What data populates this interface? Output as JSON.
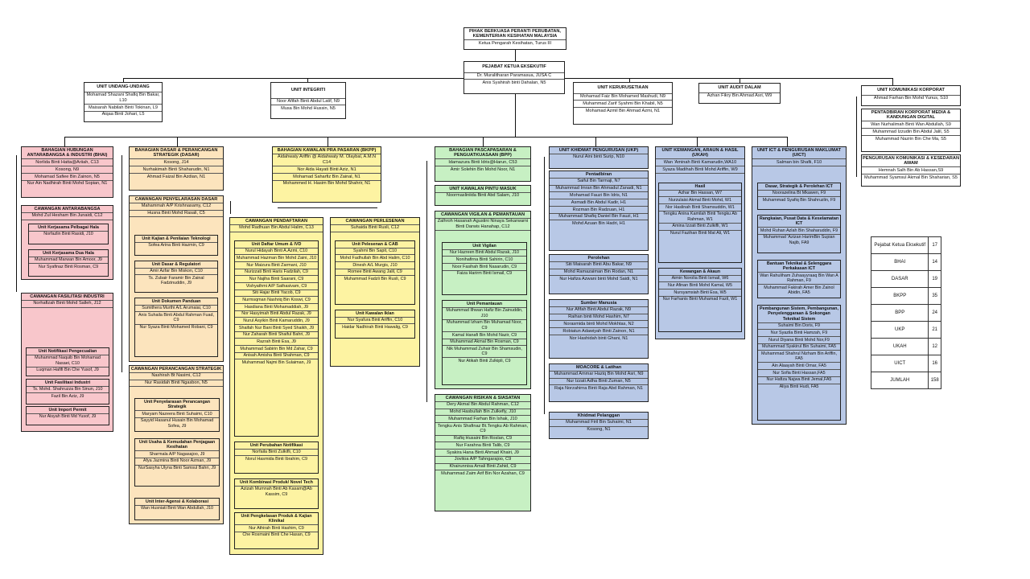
{
  "top": {
    "title": "PIHAK BERKUASA PERANTI PERUBATAN, KEMENTERIAN KESIHATAN MALAYSIA",
    "sub": "Ketua Pengarah Kesihatan, Turus III"
  },
  "ceo": {
    "title": "PEJABAT KETUA EKSEKUTIF",
    "people": [
      "Dr. Muralitharan Paramasua, JUSA C",
      "Anis Syahirah binti Dahalan, N5"
    ]
  },
  "unit_undang": {
    "title": "UNIT UNDANG-UNDANG",
    "people": [
      "Mohamad Shazani Shafiq Bin Bakar, L10",
      "Maisarah Nabilah Binti Tokinan, L9",
      "Aiqaa Binti Johari, L5"
    ]
  },
  "unit_integriti": {
    "title": "UNIT INTEGRITI",
    "people": [
      "Noor Afifah Binti Abdul Latif, N9",
      "Musa Bin Mohd Hussin, N5"
    ]
  },
  "unit_kerusetiaan": {
    "title": "UNIT KERURUSETIAAN",
    "people": [
      "Mohamad Faiz Bin Mohamed Mashudi, N9",
      "Muhammad Zarif Syahmi Bin Khabil, N5",
      "Mohamad Azmil Bin Ahmad Azmi, N1"
    ]
  },
  "unit_audit": {
    "title": "UNIT AUDIT DALAM",
    "people": [
      "Azhan Fikry Bin Ahmad Asri, W9"
    ]
  },
  "unit_komunikasi": {
    "title": "UNIT KOMUNIKASI KORPORAT",
    "people": [
      "Ahmad Farhan Bin Mohd Yunus, S10"
    ]
  },
  "pentadbiran_korporat": {
    "title": "PENTADBIRAN KORPORAT MEDIA & KANDUNGAN DIGITAL",
    "people": [
      "Wan Nurhalimah Binti Wan Abdullah, S9",
      "Muhammad Izzudin Bin Abdul Jalil, S5",
      "Muhammad Nazrin Bin Che Ma, S5"
    ]
  },
  "pengurusan_komunikasi": {
    "title": "PENGURUSAN KOMUNIKASI & KESEDARAN AWAM",
    "people": [
      "Hemnah Salh Bin Ab Hassan,S9",
      "Muhammad Syamsul Akmal Bin Shaharian, S5"
    ]
  },
  "bhai": {
    "title": "BAHAGIAN HUBUNGAN ANTARABANGSA & INDUSTRI (BHAI)",
    "people": [
      "Norlida Binti Hatta@Ariiah, C13",
      "Kosong, N9",
      "Mohamad Safiee Bin Zainon, N5",
      "Nur Ain Nadhirah Binti Mohd Sopian, N1"
    ],
    "cawangan1": {
      "title": "CAWANGAN ANTARABANGSA",
      "people": [
        "Mohd Zul Hesham Bin Junaidi, C12"
      ]
    },
    "u_kpelbagai": {
      "title": "Unit Kerjasama Pelbagai Hala",
      "people": [
        "Norfazlin Binti Rasidi, J10"
      ]
    },
    "u_kdua": {
      "title": "Unit Kerjasama Dua Hala",
      "people": [
        "Muhammad Marwan Bin Amoor, J9",
        "Nur Syafinaz Binti Rosman, C9"
      ]
    },
    "cawangan2": {
      "title": "CAWANGAN FASILITASI INDUSTRI",
      "people": [
        "Norhafizah Binti Mohd Salleh, J12"
      ]
    },
    "u_notifikasi": {
      "title": "Unit Notifikasi Pengecualian",
      "people": [
        "Muhammad Naquib Bin Mohamad Nasaei, C10",
        "Luqman Hafifi Bin Che Yusof, J9"
      ]
    },
    "u_fasilitasi": {
      "title": "Unit Fasilitasi Industri",
      "people": [
        "Ts. Mohd. Shahruzza Bin Sinun, J10",
        "Fazil Bin Aziz, J9"
      ]
    },
    "u_import": {
      "title": "Unit Import Permit",
      "people": [
        "Nur Aisyah Binti Md Yusof, J9"
      ]
    }
  },
  "dasar": {
    "title": "BAHAGIAN DASAR & PERANCANGAN STRATEGIK (DASAR)",
    "people": [
      "Kosong, J14",
      "Nurhakimah Binti Shaharudin, N1",
      "Ahmad Faizal Bin Azdian, N1"
    ],
    "cawangan1": {
      "title": "CAWANGAN PENYELARASAN DASAR",
      "people": [
        "Mahammah A/P Krishnasamy, C12",
        "Husna Binti Mohd Rasali, C5"
      ]
    },
    "u_kajian": {
      "title": "Unit Kajian & Penilaian Teknologi",
      "people": [
        "Sofea Arina Binti Hazmin, C9"
      ]
    },
    "u_regulatori": {
      "title": "Unit Dasar & Regulatori",
      "people": [
        "Amir Azfar Bin Miskon, C10",
        "Ts. Zubair Faramir Bin Zainal Fadzinuddin, J9"
      ]
    },
    "u_dokumen": {
      "title": "Unit Dokumen Panduan",
      "people": [
        "Sumithera Murthi A/L Arumaiai, C10",
        "Anis Suhaila Binti Abdul Rahman Fuad, C9",
        "Nur Syaza Binti Mohamed Robani, C9"
      ]
    },
    "cawangan2": {
      "title": "CAWANGAN PERANCANGAN STRATEGIK",
      "people": [
        "Nashirah Bt Nasimi, C12",
        "Nur Rasidah Binti Ngasbon, N5"
      ]
    },
    "u_penyelarasan": {
      "title": "Unit Penyelarasan Perancangan Strategik",
      "people": [
        "Maryam Nazeera Binti Suhaimi, C10",
        "Sayyid Hasanul Husain Bin Mohamad Sofea, J9"
      ]
    },
    "u_usaha": {
      "title": "Unit Usaha & Kemudahan Penjagaan Kesihatan",
      "people": [
        "Sharmala A/P Nagasajoo, J9",
        "Afya Jazmina Binti Noor Azman, J9",
        "NurSasyha Ulyna Binti Samsul Bahri, J9"
      ]
    },
    "u_inter": {
      "title": "Unit Inter-Agensi & Kolaborasi",
      "people": [
        "Wan Husniati Binti Wan Abdullah, J10"
      ]
    }
  },
  "bkpp": {
    "title": "BAHAGIAN KAWALAN PRA PASARAN (BKPP)",
    "people": [
      "Aidahwaty Ariffin @ Aidahwaty M. Olaybal, A.M.N C14",
      "Nor Aida Hayati Binti Aziz, N1",
      "Mohamad Saharfiz Bin Zainal, N1",
      "Mohammed H. Hasim Bin Mohd Shahrir, N1"
    ],
    "cawangan1": {
      "title": "CAWANGAN PENDAFTARAN",
      "people": [
        "Mohd Radhuan Bin Abdul Halim, C13"
      ]
    },
    "u_daftar": {
      "title": "Unit Daftar Umum & IVD",
      "people": [
        "Nurul Hidayah Binti A.Azmi, C10",
        "Muhammad Hazman Bin Mohd Zaini, J10",
        "Nur Maizura Binti Zarmani, J10",
        "Nurizzati Binti Haris Fadzilah, C9",
        "Nur Najiha Binti Saarani, C9",
        "Vishyathmi A/P Sathasivam, C9",
        "Siti Hajar Binti Yacob, C9",
        "Nurmsqman Nashriq Bin Koswi, C9",
        "Hasdiana Binti Mohamaddiah, J9",
        "Nor Hasyimah Binti Abdul Razak, J9",
        "Nurul Asyikin Binti Kamaruddin, J9",
        "Shaifah Nur Bani Binti Syed Shaikh, J9",
        "Nur Zaharah Binti Shaiful Bahri, J9",
        "Razrah Binti Esa, J9",
        "Muhammad Sabirin Bin Md Zahar, C9",
        "Anisah Amisha Binti Shahman, C9",
        "Muhammad Najmi Bin Sulaiman, J9"
      ]
    },
    "u_perubahan": {
      "title": "Unit Perubahan Notifikasi",
      "people": [
        "Norfaila Binti Zulkifli, C10",
        "Norul Hasmida Binti Ibrahim, C9"
      ]
    },
    "u_kombinasi": {
      "title": "Unit Kombinasi Produk/ Novel Tech",
      "people": [
        "Azizah Mumnah Binti Ab Kasam@Ab Kassim, C9"
      ]
    },
    "u_pengkelasan": {
      "title": "Unit Pengkelasan Produk & Kajian Klinikal",
      "people": [
        "Nur Athirah Binti Hashim, C9",
        "Che Rosmaini Binti Che Hasan, C9"
      ]
    },
    "cawangan2": {
      "title": "CAWANGAN PERLESENAN",
      "people": [
        "Suhaida Binti Rusli, C12"
      ]
    },
    "u_pelesenan": {
      "title": "Unit Pelesenan & CAB",
      "people": [
        "Syahmi Bin Sapit, C10",
        "Mohd Fadhullah Bin Abd Halim, C10",
        "Dinesh A/L Murgis, J10",
        "Romee Binti Awang Jalil, C9",
        "Muhammad Fadzli Bin Rusli, C9"
      ]
    },
    "u_iklan": {
      "title": "Unit Kawalan Iklan",
      "people": [
        "Nur Syafura Binti Ariffin, C10",
        "Haidar Nadhirah Binti Hawalig, C9"
      ]
    }
  },
  "bpp": {
    "title": "BAHAGIAN PASCAPASARAN & PENGUATKUASAAN (BPP)",
    "people": [
      "Idamazura Binti Idris@Harun, C53",
      "Amir Solehin Bin Mohd Noor, N1"
    ],
    "cawangan1": {
      "title": "UNIT KAWALAN PINTU MASUK",
      "people": [
        "Noormasliniida Binti Abd Salam, J10"
      ]
    },
    "cawangan2": {
      "title": "CAWANGAN VIGILAN & PEMANTAUAN",
      "people": [
        "Zalhroh Hasanah Agustini Ninaya Sekarwarni Binti Darwis Hanahap, C12"
      ]
    },
    "u_vigilan": {
      "title": "Unit Vigilan",
      "people": [
        "Nur Hazreen Binti Abdul Razak, J10",
        "Nonihafirna Binti Sahirin, C10",
        "Noor Fasihah Binti Nasarudin, C9",
        "Faiza Harirm Binti Ismail, C9"
      ]
    },
    "u_pemantauan": {
      "title": "Unit Pemantauan",
      "people": [
        "Muhammad Ilhwan Hafiz Bin Zainuddin, J10",
        "Muhammad Izham Bin Muhamad Noor, C9",
        "Kamal Hanafi Bin Mohd Nazir, C9",
        "Muhammad Akmal Bin Rosman, C9",
        "Nik Muhammad Zuhair Bin Shamsudin, C9",
        "Nur Atikah Binti Zulkipli, C9"
      ]
    },
    "cawangan3": {
      "title": "CAWANGAN RISIKAN & SIASATAN",
      "people": [
        "Dery Akmal Bin Abdul Rahman, C12",
        "Mohd Hasbullah Bin Zulkefly, J10",
        "Muhammad Farhan Bin Ishak, J10",
        "Tengku Anis Shafinaz Bt.Tengku Ab Rahman, C9",
        "Rafiq Husaini Bin Roslan, C9",
        "Nur Farahna Binti Talib, C9",
        "Syakira Hana Binti Ahmad Khairi, J9",
        "Jovitoa A/P Tahngarajoo, C9",
        "Khairunnisa Amali Binti Zahid, C9",
        "Muhammad Zaim Arif Bin Nor Azahan, C9"
      ]
    }
  },
  "ukp": {
    "title": "UNIT KHIDMAT PENGURUSAN (UKP)",
    "people": [
      "Nurul Aini binti Surip, N10"
    ],
    "s1": {
      "title": "Pentadbiran",
      "people": [
        "Saiful Bin Tarmaji, N7",
        "Muhammad Imran Bin Ahmadul Zanadi, N1",
        "Mohamad Fauzi Bin Idris, N1",
        "Asmadi Bin Abdul Kadir, H1",
        "Rozman Bin Radzuan, H1",
        "Muhammad Shafiq Daniel Bin Fauzi, H1",
        "Mohd Azuan Bin Hadri, H1"
      ]
    },
    "s2": {
      "title": "Perolehan",
      "people": [
        "Siti Maisarah Binti Abu Bakar, N9",
        "Mohd Ramazaiman Bin Rodan, N1",
        "Nur Hafiza Azwani binti Mohd Saidi, N1"
      ]
    },
    "s3": {
      "title": "Sumber Manusia",
      "people": [
        "Nur Afifah Binti Abdul Razak, N9",
        "Raihan binti Mohd Hashim, N7",
        "Norasmida binti Mohd Mokhtas, N2",
        "Robiatun Adawiyah Binti Zainon, N1",
        "Nor Hashidah binti Ghani, N1"
      ]
    },
    "s4": {
      "title": "MOACORE & Latihan",
      "people": [
        "Muhammad Ammar Haziq Bin Mohd Asri, N9",
        "Nur Izzati Adha Binti Zuman, N5",
        "Raja Norzahirna Binti Raja Abd Rahman, N1"
      ]
    },
    "s5": {
      "title": "Khidmat Pelanggan",
      "people": [
        "Muhammad Firil Bin Suhaimi, N1",
        "Kosong, N1"
      ]
    }
  },
  "ukah": {
    "title": "UNIT KEWANGAN, ARAUN & HASIL (UKAH)",
    "people": [
      "Wan 'Aminah Binti Kamarudin,WA10",
      "Syaza Madihah Binti Mohd Ariffin, W9"
    ],
    "s1": {
      "title": "Hasil",
      "people": [
        "Azhar Bin Hassan, W7",
        "Nurzulaisi Akmal Binti Mohd, W1",
        "Nor Haslinah Binti Shamsuddin, W1",
        "Tengku Anina Kamilah Binti Tengku Ab Rahman, W1",
        "Amina Izzati Binti Zulkifli, W1",
        "Nurul Fazihan Binti Mat Ali, W1"
      ]
    },
    "s2": {
      "title": "Kewangan & Akaun",
      "people": [
        "Aimin Norolia Binti Ismail, W6",
        "Nur Afinan Binti Mohd Kamal, W5",
        "Nursyamsiah Binti Esa, W5",
        "Nur Farhanis Binti Muhamad Fazil, W1"
      ]
    }
  },
  "uict": {
    "title": "UNIT ICT & PENGURUSAN MAKLUMAT (UICT)",
    "people": [
      "Salman bin Shafii, F10"
    ],
    "s1": {
      "title": "Dasar, Strategik & Perolehan ICT",
      "people": [
        "Noorazelina Bt Mkawen, F9",
        "Muhammad Syafiq Bin Shahruzlin, F9"
      ]
    },
    "s2": {
      "title": "Rangkaian, Pusat Data & Keselamatan ICT",
      "people": [
        "Mohd Ruhan Azlah Bin Shaharuddin, F9",
        "Muhammad 'Azizan HarimBin Supian Najib, FA9"
      ]
    },
    "s3": {
      "title": "Bantuan Teknikal & Selenggara Perkakasan ICT",
      "people": [
        "Wan Rahuliham Zuhaayyraaq Bin Wan A Rahman, F9",
        "Muhammad Fakirah Amer Bin Zainol Abidin, FA5"
      ]
    },
    "s4": {
      "title": "Pembangunan Sistem, Pembangunan, Penyelenggaraan & Sokongan Teknikal Sistem",
      "people": [
        "Suhaimi Bin Doris, F9",
        "Nur Syazila Binti Hamzah, F9",
        "Nurul Diyana Binti Mohd Nor,F9",
        "Muhammad Syakirul Bin Suhaimi, FA5",
        "Muhammad Shahrul Nizham Bin Ariffin, FA5",
        "Ain Alaayah Binti Omar, FA5",
        "Nur Sofia Binti Hassan,FA5",
        "Nur Hafiza Najwa Binti Jemal,FA5",
        "Aliya Binti Hudi, FA5"
      ]
    }
  },
  "summary": {
    "head": "Pejabat Ketua Eksekutif",
    "rows": [
      [
        "Pejabat Ketua Eksekutif",
        "17"
      ],
      [
        "BHAI",
        "14"
      ],
      [
        "DASAR",
        "19"
      ],
      [
        "BKPP",
        "35"
      ],
      [
        "BPP",
        "24"
      ],
      [
        "UKP",
        "21"
      ],
      [
        "UKAH",
        "12"
      ],
      [
        "UICT",
        "16"
      ],
      [
        "JUMLAH",
        "158"
      ]
    ]
  }
}
